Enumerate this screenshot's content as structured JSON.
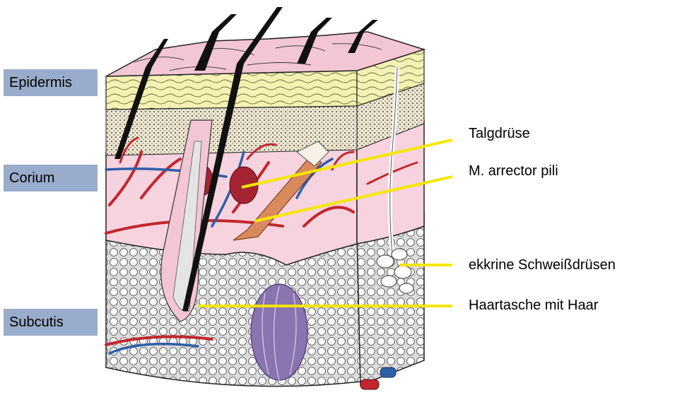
{
  "layers": {
    "epidermis": "Epidermis",
    "corium": "Corium",
    "subcutis": "Subcutis"
  },
  "callouts": {
    "talgdruese": "Talgdrüse",
    "arrector": "M. arrector pili",
    "schweiss": "ekkrine Schweißdrüsen",
    "haartasche": "Haartasche mit Haar"
  },
  "colors": {
    "label_bg": "#9aaccb",
    "leader_line": "#f5e600",
    "epidermis_pink": "#f3c6d3",
    "corneum_yellow": "#f4f1b4",
    "dermis_pink": "#f6d3df",
    "fat_gray": "#dcdcdc",
    "artery_red": "#c1272d",
    "vein_blue": "#2f5fa6",
    "hair_black": "#111111",
    "nerve_purple": "#8a74b0"
  }
}
